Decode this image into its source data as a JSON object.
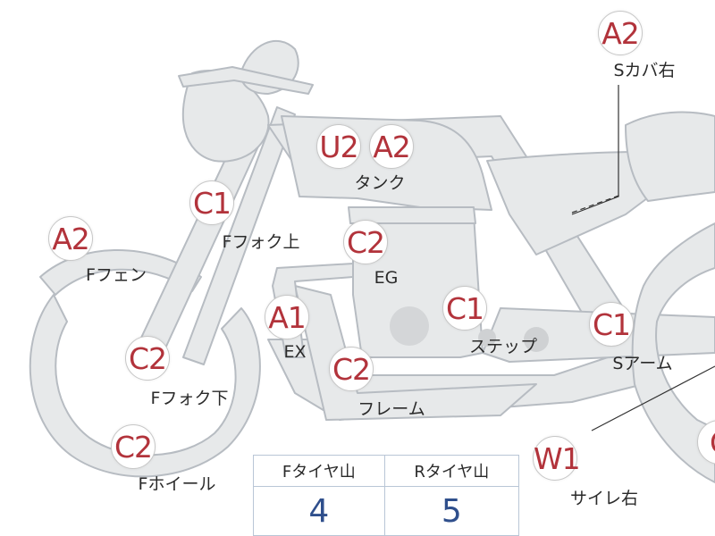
{
  "markers": {
    "s_cover_right": {
      "grade": "A2",
      "label": "Sカバ右"
    },
    "tank_u": {
      "grade": "U2"
    },
    "tank_a": {
      "grade": "A2",
      "label": "タンク"
    },
    "fork_upper": {
      "grade": "C1",
      "label": "Fフォク上"
    },
    "f_fender": {
      "grade": "A2",
      "label": "Fフェン"
    },
    "engine": {
      "grade": "C2",
      "label": "EG"
    },
    "exhaust": {
      "grade": "A1",
      "label": "EX"
    },
    "step": {
      "grade": "C1",
      "label": "ステップ"
    },
    "swing_arm": {
      "grade": "C1",
      "label": "Sアーム"
    },
    "fork_lower": {
      "grade": "C2",
      "label": "Fフォク下"
    },
    "frame": {
      "grade": "C2",
      "label": "フレーム"
    },
    "f_wheel": {
      "grade": "C2",
      "label": "Fホイール"
    },
    "silencer_right": {
      "grade": "W1",
      "label": "サイレ右"
    },
    "rear_partial": {
      "grade": "C"
    }
  },
  "tire_table": {
    "headers": [
      "Fタイヤ山",
      "Rタイヤ山"
    ],
    "values": [
      "4",
      "5"
    ]
  },
  "colors": {
    "marker_text": "#b2333b",
    "body_fill": "#e7e9ea",
    "body_stroke": "#b7bcc2",
    "table_value": "#2f4f8c"
  }
}
